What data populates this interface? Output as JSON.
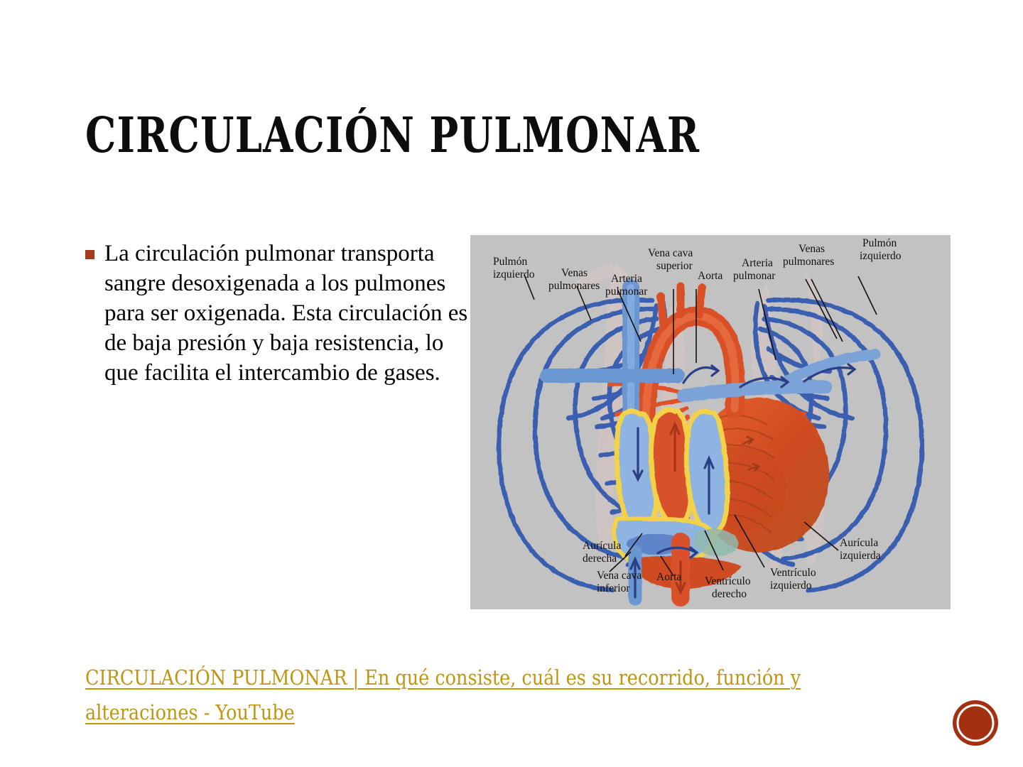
{
  "slide": {
    "title": "CIRCULACIÓN PULMONAR",
    "background_color": "#ffffff",
    "title_color": "#0d0d0d",
    "accent_color": "#A33B1C",
    "link_color": "#C09512"
  },
  "body": {
    "bullet_marker": "square-bullet",
    "paragraph": "La circulación pulmonar transporta sangre desoxigenada a los pulmones para ser oxigenada. Esta circulación es de baja presión y baja resistencia, lo que facilita el intercambio de gases."
  },
  "figure": {
    "name": "pulmonary-circulation-diagram",
    "background_color": "#c2c2c2",
    "vein_color": "#3a5fb0",
    "artery_color": "#e0512a",
    "chamber_outline_color": "#f2d24a",
    "lung_tissue_color": "#f3c9c4",
    "labels_top": [
      {
        "id": "pulmon-izquierdo-left",
        "lines": [
          "Pulmón",
          "izquierdo"
        ]
      },
      {
        "id": "venas-pulmonares-left",
        "lines": [
          "Venas",
          "pulmonares"
        ]
      },
      {
        "id": "arteria-pulmonar-left",
        "lines": [
          "Arteria",
          "pulmonar"
        ]
      },
      {
        "id": "vena-cava-superior",
        "lines": [
          "Vena cava",
          "superior"
        ]
      },
      {
        "id": "aorta-top",
        "lines": [
          "Aorta"
        ]
      },
      {
        "id": "arteria-pulmonar-right",
        "lines": [
          "Arteria",
          "pulmonar"
        ]
      },
      {
        "id": "venas-pulmonares-right",
        "lines": [
          "Venas",
          "pulmonares"
        ]
      },
      {
        "id": "pulmon-izquierdo-right",
        "lines": [
          "Pulmón",
          "izquierdo"
        ]
      }
    ],
    "labels_bottom": [
      {
        "id": "auricula-derecha",
        "lines": [
          "Aurícula",
          "derecha"
        ]
      },
      {
        "id": "vena-cava-inferior",
        "lines": [
          "Vena cava",
          "inferior"
        ]
      },
      {
        "id": "aorta-bottom",
        "lines": [
          "Aorta"
        ]
      },
      {
        "id": "ventriculo-derecho",
        "lines": [
          "Ventrículo",
          "derecho"
        ]
      },
      {
        "id": "ventriculo-izquierdo",
        "lines": [
          "Ventrículo",
          "izquierdo"
        ]
      },
      {
        "id": "auricula-izquierda",
        "lines": [
          "Aurícula",
          "izquierda"
        ]
      }
    ]
  },
  "hyperlink": {
    "text": "CIRCULACIÓN PULMONAR | En qué consiste, cuál es su recorrido, función y alteraciones - YouTube"
  },
  "logo": {
    "name": "circle-logo",
    "fill_color": "#A33011",
    "ring_color": "#ffffff"
  }
}
